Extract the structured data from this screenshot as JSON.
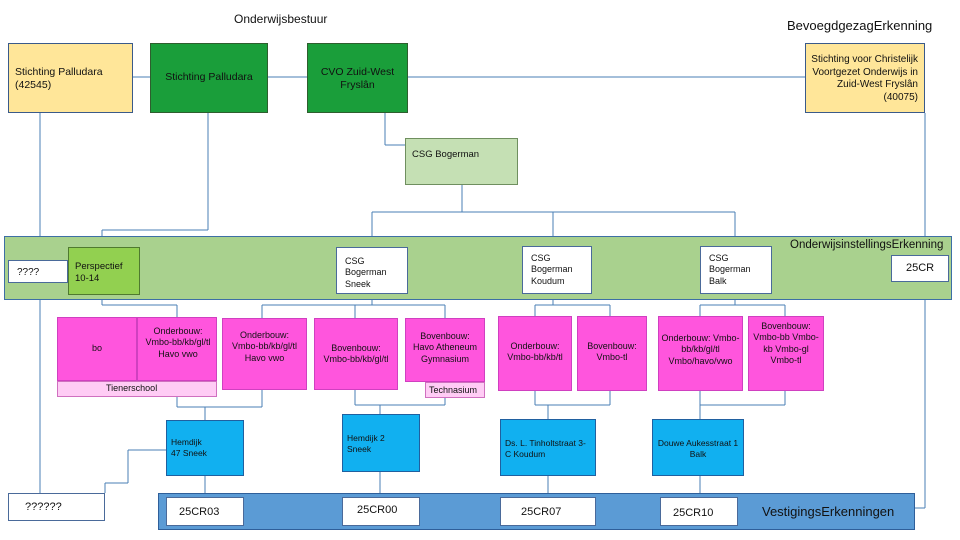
{
  "labels": {
    "onderwijsbestuur": "Onderwijsbestuur",
    "bevoegdgezag": "BevoegdgezagErkenning",
    "onderwijsinstellings": "OnderwijsinstellingsErkenning",
    "vestigings": "VestigingsErkenningen"
  },
  "boards": {
    "palludara_id": "Stichting  Palludara (42545)",
    "palludara": "Stichting Palludara",
    "cvo": "CVO Zuid-West Fryslân",
    "christelijk": "Stichting voor Christelijk Voortgezet Onderwijs in Zuid-West Fryslân (40075)"
  },
  "csg_bogerman": "CSG Bogerman",
  "institutions": {
    "unknown": "????",
    "perspectief": "Perspectief 10-14",
    "sneek": "CSG Bogerman Sneek",
    "koudum": "CSG Bogerman Koudum",
    "balk": "CSG Bogerman Balk",
    "code": "25CR"
  },
  "programs": {
    "bo": "bo",
    "onderbouw_1": "Onderbouw: Vmbo-bb/kb/gl/tl Havo vwo",
    "tienerschool": "Tienerschool",
    "onderbouw_2": "Onderbouw: Vmbo-bb/kb/gl/tl Havo vwo",
    "bovenbouw_1": "Bovenbouw: Vmbo-bb/kb/gl/tl",
    "bovenbouw_2": "Bovenbouw: Havo Atheneum Gymnasium",
    "technasium": "Technasium",
    "onderbouw_3": "Onderbouw: Vmbo-bb/kb/tl",
    "bovenbouw_3": "Bovenbouw: Vmbo-tl",
    "onderbouw_4": "Onderbouw: Vmbo-bb/kb/gl/tl Vmbo/havo/vwo",
    "bovenbouw_4": "Bovenbouw: Vmbo-bb Vmbo-kb Vmbo-gl Vmbo-tl"
  },
  "locations": {
    "hemdijk47": "Hemdijk 47 Sneek",
    "hemdijk2": "Hemdijk 2 Sneek",
    "tinholt": "Ds. L. Tinholtstraat 3-C Koudum",
    "douwe": "Douwe Aukesstraat 1 Balk"
  },
  "vestigingen": {
    "unknown": "??????",
    "c03": "25CR03",
    "c00": "25CR00",
    "c07": "25CR07",
    "c10": "25CR10"
  },
  "colors": {
    "yellow": "#ffe699",
    "dark_green": "#1a9e3a",
    "light_green": "#c5e0b4",
    "mid_green": "#92d050",
    "magenta": "#ff55dd",
    "cyan": "#11b0f0",
    "blue_band": "#5b9bd5",
    "connector": "#4a7fb5"
  }
}
